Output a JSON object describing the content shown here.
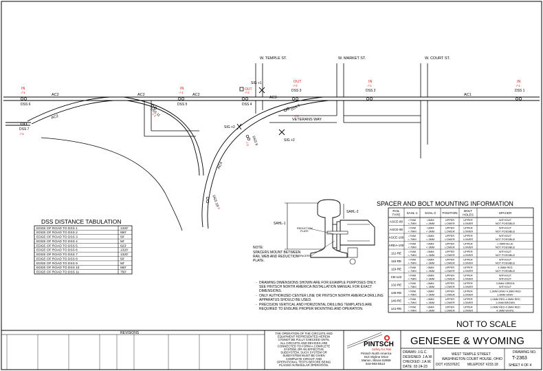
{
  "streets": {
    "w_temple": "W. TEMPLE ST.",
    "w_market": "W. MARKET ST.",
    "w_court": "W. COURT ST.",
    "veterans": "VETERANS WAY"
  },
  "circuits": [
    "AC2",
    "AC2",
    "AC2",
    "AC3",
    "AC1",
    "AC4"
  ],
  "dss": [
    {
      "label": "DSS 6",
      "dir": "IN",
      "dist": "-/-1"
    },
    {
      "label": "DSS 7",
      "dir": "",
      "dist": "-/-1"
    },
    {
      "label": "DSS 11",
      "dir": "",
      "dist": "-/-1"
    },
    {
      "label": "DSS 5",
      "dir": "IN",
      "dist": "-/-1"
    },
    {
      "label": "DSS 4",
      "dir": "",
      "dist": ""
    },
    {
      "label": "DSS 3",
      "dir": "OUT",
      "dist": "-/-2"
    },
    {
      "label": "DSS 8",
      "dir": "",
      "dist": "-/-2"
    },
    {
      "label": "DSS 9",
      "dir": "",
      "dist": "-/-2"
    },
    {
      "label": "DSS 10",
      "dir": "",
      "dist": "-/-2"
    },
    {
      "label": "DSS 2",
      "dir": "IN",
      "dist": "-/-1"
    },
    {
      "label": "DSS 1",
      "dir": "IN",
      "dist": "-/-1"
    }
  ],
  "signals": {
    "sig1": "SIG +1",
    "sig2": "SIG +2",
    "sig3": "SIG +3",
    "out": "OUT",
    "out_dist": "-/-2"
  },
  "tabulation": {
    "title": "DSS DISTANCE TABULATION",
    "rows": [
      {
        "label": "EDGE OF ROAD TO DSS 1",
        "value": "1320'"
      },
      {
        "label": "EDGE OF ROAD TO DSS 2",
        "value": "660'"
      },
      {
        "label": "EDGE OF ROAD TO DSS 3",
        "value": "50'"
      },
      {
        "label": "EDGE OF ROAD TO DSS 4",
        "value": "50'"
      },
      {
        "label": "EDGE OF ROAD TO DSS 5",
        "value": "623'"
      },
      {
        "label": "EDGE OF ROAD TO DSS 6",
        "value": "1320'"
      },
      {
        "label": "EDGE OF ROAD TO DSS 7",
        "value": "1320'"
      },
      {
        "label": "EDGE OF ROAD TO DSS 8",
        "value": "50'"
      },
      {
        "label": "EDGE OF ROAD TO DSS 9",
        "value": "50'"
      },
      {
        "label": "EDGE OF ROAD TO DSS 10",
        "value": "660'"
      },
      {
        "label": "EDGE OF ROAD TO DSS 11",
        "value": "750'"
      }
    ]
  },
  "rail_detail": {
    "sahl1": "SAHL-1",
    "sahl2": "SAHL-2",
    "reduction_plate": "REDUCTION PLATE",
    "spacers": "SPACERS",
    "note_title": "NOTE:",
    "note_lines": [
      "SPACERS MOUNT BETWEEN",
      "RAIL WEB AND REDUCTION",
      "PLATE."
    ]
  },
  "bullets": [
    [
      "DRAWING DIMENSIONS SHOWN ARE FOR EXAMPLE PURPOSES ONLY.",
      "SEE PINTSCH NORTH AMERICA INSTALLATION MANUAL FOR EXACT",
      "DIMENSIONS."
    ],
    [
      "ONLY AUTHORIZED CENTER LINE OR PINTSCH NORTH AMERICA DRILLING",
      "APPARATUS SHOULD BE USED."
    ],
    [
      "PRECISION VERTICAL AND HORIZONTAL DRILLING TEMPLATES ARE",
      "REQUIRED TO ENSURE PROPER MOUNTING AND OPERATION."
    ]
  ],
  "spacer_table": {
    "title": "SPACER AND BOLT MOUNTING INFORMATION",
    "headers": [
      "RAIL TYPE",
      "SAHL-1",
      "SAHL-2",
      "POSITION",
      "BOLT HOLES",
      "SPACER"
    ],
    "rows": [
      {
        "rail": "ASCE-80",
        "s1": [
          ">7MM",
          "<-7MM"
        ],
        "s2": [
          ">3MM",
          "<-3MM"
        ],
        "pos": [
          "UPPER",
          "LOWER"
        ],
        "bolt": [
          "UPPER",
          "LOWER"
        ],
        "spacer": [
          "WITHOUT",
          "NOT POSSIBLE"
        ]
      },
      {
        "rail": "ASCE-90",
        "s1": [
          ">7MM",
          "<-7MM"
        ],
        "s2": [
          ">3MM",
          "<-3MM"
        ],
        "pos": [
          "UPPER",
          "LOWER"
        ],
        "bolt": [
          "UPPER",
          "LOWER"
        ],
        "spacer": [
          "WITHOUT",
          "NOT POSSIBLE"
        ]
      },
      {
        "rail": "ASCE-100",
        "s1": [
          ">7MM",
          "<-7MM"
        ],
        "s2": [
          ">3MM",
          "<-3MM"
        ],
        "pos": [
          "UPPER",
          "LOWER"
        ],
        "bolt": [
          "UPPER",
          "LOWER"
        ],
        "spacer": [
          "WITHOUT",
          "NOT POSSIBLE"
        ]
      },
      {
        "rail": "AREA-100",
        "s1": [
          ">7MM",
          "<-7MM"
        ],
        "s2": [
          ">3MM",
          "<-3MM"
        ],
        "pos": [
          "UPPER",
          "LOWER"
        ],
        "bolt": [
          "UPPER",
          "LOWER"
        ],
        "spacer": [
          "1.5MM BLUE",
          "NOT POSSIBLE"
        ]
      },
      {
        "rail": "112-RE",
        "s1": [
          ">7MM",
          "<-7MM"
        ],
        "s2": [
          ">3MM",
          "<-3MM"
        ],
        "pos": [
          "UPPER",
          "LOWER"
        ],
        "bolt": [
          "UPPER",
          "LOWER"
        ],
        "spacer": [
          "WITHOUT",
          "NOT POSSIBLE"
        ]
      },
      {
        "rail": "115-RE",
        "s1": [
          ">7MM",
          "<-7MM"
        ],
        "s2": [
          ">3MM",
          "<-3MM"
        ],
        "pos": [
          "UPPER",
          "LOWER"
        ],
        "bolt": [
          "UPPER",
          "LOWER"
        ],
        "spacer": [
          "WITHOUT",
          "NOT POSSIBLE"
        ]
      },
      {
        "rail": "119-RE",
        "s1": [
          ">7MM",
          "<-7MM"
        ],
        "s2": [
          ">3MM",
          "<-3MM"
        ],
        "pos": [
          "UPPER",
          "LOWER"
        ],
        "bolt": [
          "UPPER",
          "LOWER"
        ],
        "spacer": [
          "4.3MM RED",
          "NOT POSSIBLE"
        ]
      },
      {
        "rail": "CB-122",
        "s1": [
          ">7MM",
          "<-7MM"
        ],
        "s2": [
          ">3MM",
          "<-3MM"
        ],
        "pos": [
          "UPPER",
          "LOWER"
        ],
        "bolt": [
          "UPPER",
          "LOWER"
        ],
        "spacer": [
          "WITHOUT",
          "WITHOUT"
        ]
      },
      {
        "rail": "132-RE",
        "s1": [
          ">7MM",
          "<-7MM"
        ],
        "s2": [
          ">3MM",
          "<-3MM"
        ],
        "pos": [
          "UPPER",
          "LOWER"
        ],
        "bolt": [
          "UPPER",
          "LOWER"
        ],
        "spacer": [
          "3.0MM GREEN",
          "WITHOUT"
        ]
      },
      {
        "rail": "136-RE",
        "s1": [
          ">7MM",
          "<-7MM"
        ],
        "s2": [
          ">3MM",
          "<-3MM"
        ],
        "pos": [
          "UPPER",
          "LOWER"
        ],
        "bolt": [
          "UPPER",
          "LOWER"
        ],
        "spacer": [
          "1.3MM GRAY-4.3MM RED",
          "1.3MM GRAY"
        ]
      },
      {
        "rail": "140-RE",
        "s1": [
          ">7MM",
          "<-7MM"
        ],
        "s2": [
          ">3MM",
          "<-3MM"
        ],
        "pos": [
          "UPPER",
          "LOWER"
        ],
        "bolt": [
          "UPPER",
          "LOWER"
        ],
        "spacer": [
          "1.0MM RED-4.3MM RED",
          "1.0MM BROWN"
        ]
      },
      {
        "rail": "141-RE",
        "s1": [
          ">7MM",
          "<-7MM"
        ],
        "s2": [
          ">3MM",
          "<-3MM"
        ],
        "pos": [
          "UPPER",
          "LOWER"
        ],
        "bolt": [
          "UPPER",
          "LOWER"
        ],
        "spacer": [
          "1.0MM RED-4.3MM RED",
          "4.3MM WHITE"
        ]
      }
    ]
  },
  "not_to_scale": "NOT TO SCALE",
  "revisions": "REVISIONS",
  "disclaimer": [
    "THE OPERATION OF THE CIRCUITS AND",
    "EQUIPMENT REPRESENTED HEREIN",
    "CANNOT BE FULLY CHECKED UNTIL",
    "ALL CIRCUITS AND DEVICES ARE",
    "CONNECTED TO FORM A COMPLETE",
    "SYSTEM, OR AN EFFECTIVE",
    "SUBSYSTEM. SUCH SYSTEM OR",
    "SUBSYSTEM MUST BE GIVEN",
    "COMPLETE CIRCUIT AND",
    "OPERATIONAL TESTS BEFORE BEING",
    "PLACED IN REGULAR OPERATION."
  ],
  "pintsch": {
    "name": "PINTSCH",
    "tagline": "Safety for Rail",
    "address": [
      "Pintsch North America",
      "810 Skyline Drive",
      "Marion, Illinois 62959",
      "618-993-8513"
    ]
  },
  "company": "GENESEE & WYOMING",
  "title_block": {
    "drawn": "DRAWN: J.G.C.",
    "designed": "DESIGNED: J.A.W.",
    "checked": "CHECKED: J.A.W.",
    "date": "DATE: 02-24-23",
    "location1": "WEST TEMPLE STREET",
    "location2": "WASHINGTON COURT HOUSE, OHIO",
    "dot": "DOT #153762C",
    "milepost": "MILEPOST #233.18",
    "drawing_no_label": "DRAWING NO.",
    "drawing_no": "T-2363",
    "sheet": "SHEET 4 OF 4"
  },
  "colors": {
    "accent": "#e0201a",
    "ink": "#000000"
  }
}
